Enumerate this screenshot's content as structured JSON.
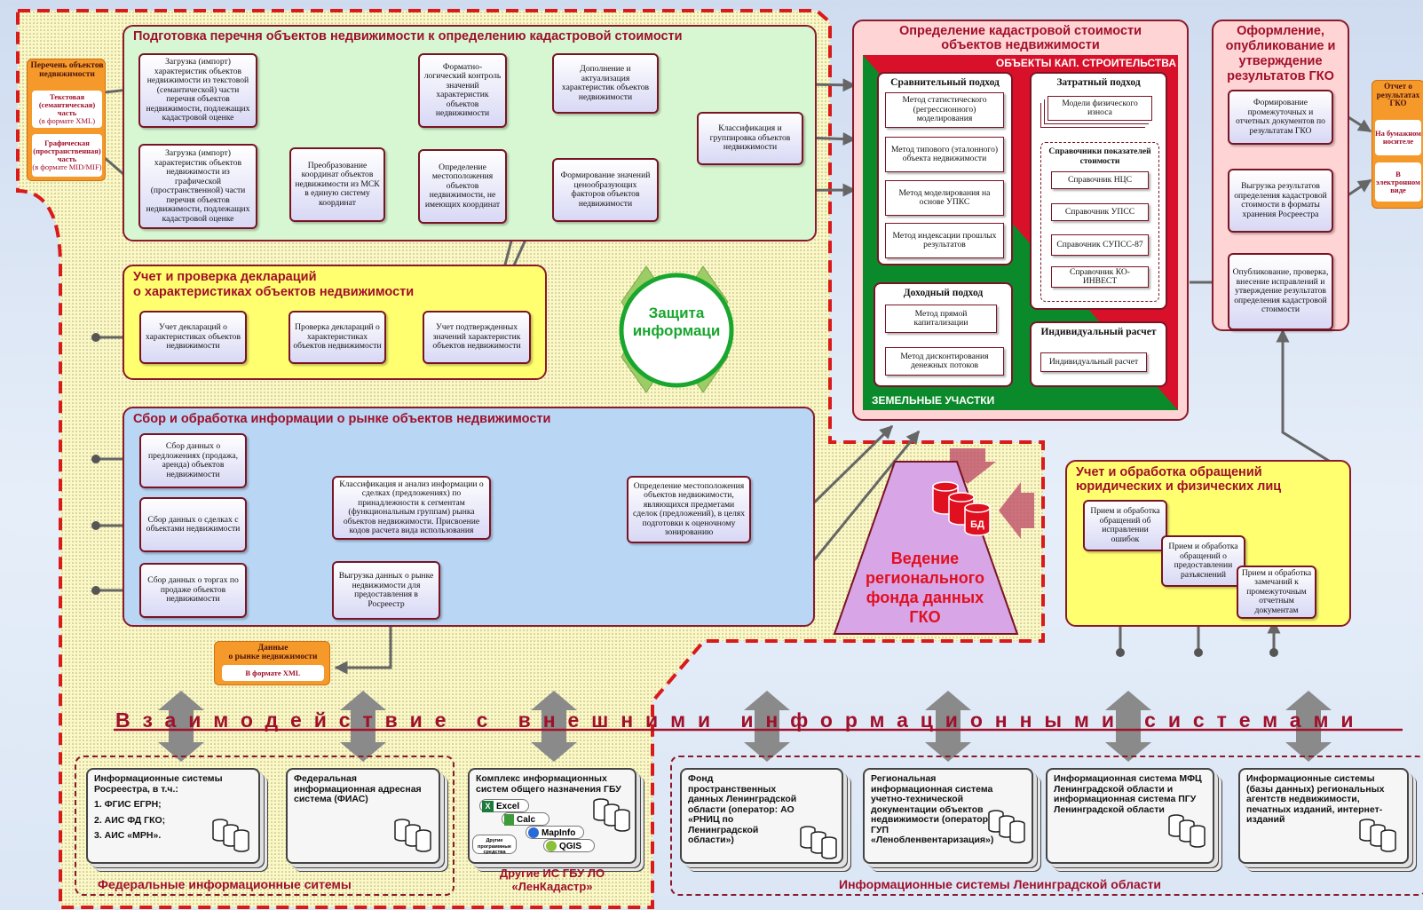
{
  "colors": {
    "accent": "#a0102a",
    "green_section": "#d7f7d2",
    "yellow_section": "#ffff70",
    "blue_section": "#b9d6f5",
    "pink_section": "#ffd4d4",
    "orange": "#f59a2a",
    "purple": "#d8a6e6"
  },
  "input_list": {
    "title": "Перечень объектов недвижимости",
    "text_part": "Текстовая (семантическая) часть",
    "text_fmt": "(в формате XML)",
    "graphic_part": "Графическая (пространственная) часть",
    "graphic_fmt": "(в формате MID/MIF)"
  },
  "prep": {
    "title": "Подготовка перечня объектов недвижимости к определению кадастровой стоимости",
    "load_text": "Загрузка (импорт) характеристик объектов недвижимости из текстовой (семантической) части перечня объектов недвижимости, подлежащих кадастровой оценке",
    "load_graphic": "Загрузка (импорт) характеристик объектов недвижимости из графической (пространственной) части перечня объектов недвижимости, подлежащих кадастровой оценке",
    "transform": "Преобразование координат объектов недвижимости из МСК в единую систему координат",
    "format_check": "Форматно-логический контроль значений характеристик объектов недвижимости",
    "location": "Определение местоположения объектов недвижимости, не имеющих координат",
    "supplement": "Дополнение и актуализация характеристик объектов недвижимости",
    "pricing": "Формирование значений ценообразующих факторов объектов недвижимости",
    "classify": "Классификация и группировка объектов недвижимости"
  },
  "decl": {
    "title1": "Учет и проверка деклараций",
    "title2": "о характеристиках объектов недвижимости",
    "b1": "Учет деклараций о характеристиках объектов недвижимости",
    "b2": "Проверка деклараций о характеристиках объектов недвижимости",
    "b3": "Учет подтвержденных значений характеристик объектов недвижимости"
  },
  "protect": "Защита информаци",
  "market": {
    "title": "Сбор и обработка информации о рынке объектов недвижимости",
    "offers": "Сбор данных о предложениях (продажа, аренда) объектов недвижимости",
    "deals": "Сбор данных о сделках с объектами недвижимости",
    "auctions": "Сбор данных о торгах по продаже объектов недвижимости",
    "classify": "Классификация и анализ информации о сделках (предложениях) по принадлежности к сегментам (функциональным группам) рынка объектов недвижимости. Присвоение кодов расчета вида использования",
    "location": "Определение местоположения объектов недвижимости, являющихся предметами сделок (предложений), в целях подготовки к оценочному зонированию",
    "export": "Выгрузка данных о рынке недвижимости для предоставления в Росреестр"
  },
  "market_out": {
    "title1": "Данные",
    "title2": "о рынке недвижимости",
    "fmt": "В формате XML"
  },
  "cadval": {
    "title1": "Определение кадастровой стоимости",
    "title2": "объектов недвижимости",
    "band": "ОБЪЕКТЫ КАП. СТРОИТЕЛЬСТВА",
    "land": "ЗЕМЕЛЬНЫЕ УЧАСТКИ",
    "comparative": "Сравнительный подход",
    "m1": "Метод статистического (регрессионного) моделирования",
    "m2": "Метод типового (эталонного) объекта недвижимости",
    "m3": "Метод моделирования на основе УПКС",
    "m4": "Метод индексации прошлых результатов",
    "cost": "Затратный подход",
    "wear": "Модели физического износа",
    "ref_title": "Справочники показателей стоимости",
    "r1": "Справочник НЦС",
    "r2": "Справочник УПСС",
    "r3": "Справочник СУПСС-87",
    "r4": "Справочник КО-ИНВЕСТ",
    "income": "Доходный подход",
    "i1": "Метод прямой капитализации",
    "i2": "Метод дисконтирования денежных потоков",
    "indiv_title": "Индивидуальный расчет",
    "indiv": "Индивидуальный расчет"
  },
  "publish": {
    "title1": "Оформление,",
    "title2": "опубликование и",
    "title3": "утверждение",
    "title4": "результатов ГКО",
    "b1": "Формирование промежуточных и отчетных документов по результатам ГКО",
    "b2": "Выгрузка результатов определения кадастровой стоимости в форматы хранения Росреестра",
    "b3": "Опубликование, проверка, внесение исправлений и утверждение результатов определения кадастровой стоимости"
  },
  "report": {
    "title": "Отчет о результатах ГКО",
    "paper": "На бумажном носителе",
    "electronic": "В электронном виде"
  },
  "fund": {
    "title": "Ведение регионального фонда данных ГКО",
    "db": "БД"
  },
  "appeals": {
    "title1": "Учет и обработка обращений",
    "title2": "юридических и физических лиц",
    "b1": "Прием и обработка обращений об исправлении ошибок",
    "b2": "Прием и обработка обращений о предоставлении разъяснений",
    "b3": "Прием и обработка замечаний к промежуточным отчетным документам"
  },
  "interaction": "Взаимодействие с внешними информационными системами",
  "federal": {
    "group": "Федеральные информационные ситемы",
    "rosreestr": {
      "title": "Информационные системы Росреестра, в т.ч.:",
      "items": [
        "1. ФГИС ЕГРН;",
        "2. АИС ФД ГКО;",
        "3. АИС «МРН»."
      ]
    },
    "fias": "Федеральная информационная адресная система (ФИАС)"
  },
  "gbu": {
    "title": "Комплекс информационных систем общего назначения ГБУ",
    "other": "Другие программные средства",
    "apps": [
      "Excel",
      "Calc",
      "MapInfo",
      "QGIS"
    ],
    "group1": "Другие ИС ГБУ ЛО",
    "group2": "«ЛенКадастр»"
  },
  "lo": {
    "group": "Информационные системы Ленинградской области",
    "s1": "Фонд пространственных данных Ленинградской области (оператор: АО «РНИЦ по Ленинградской области»)",
    "s2": "Региональная информационная система учетно-технической документации объектов недвижимости (оператор: ГУП «Ленобленвентаризация»)",
    "s3": "Информационная система МФЦ Ленинградской области и информационная система ПГУ Ленинградской области",
    "s4": "Информационные системы (базы данных) региональных агентств недвижимости, печатных изданий, интернет-изданий"
  }
}
